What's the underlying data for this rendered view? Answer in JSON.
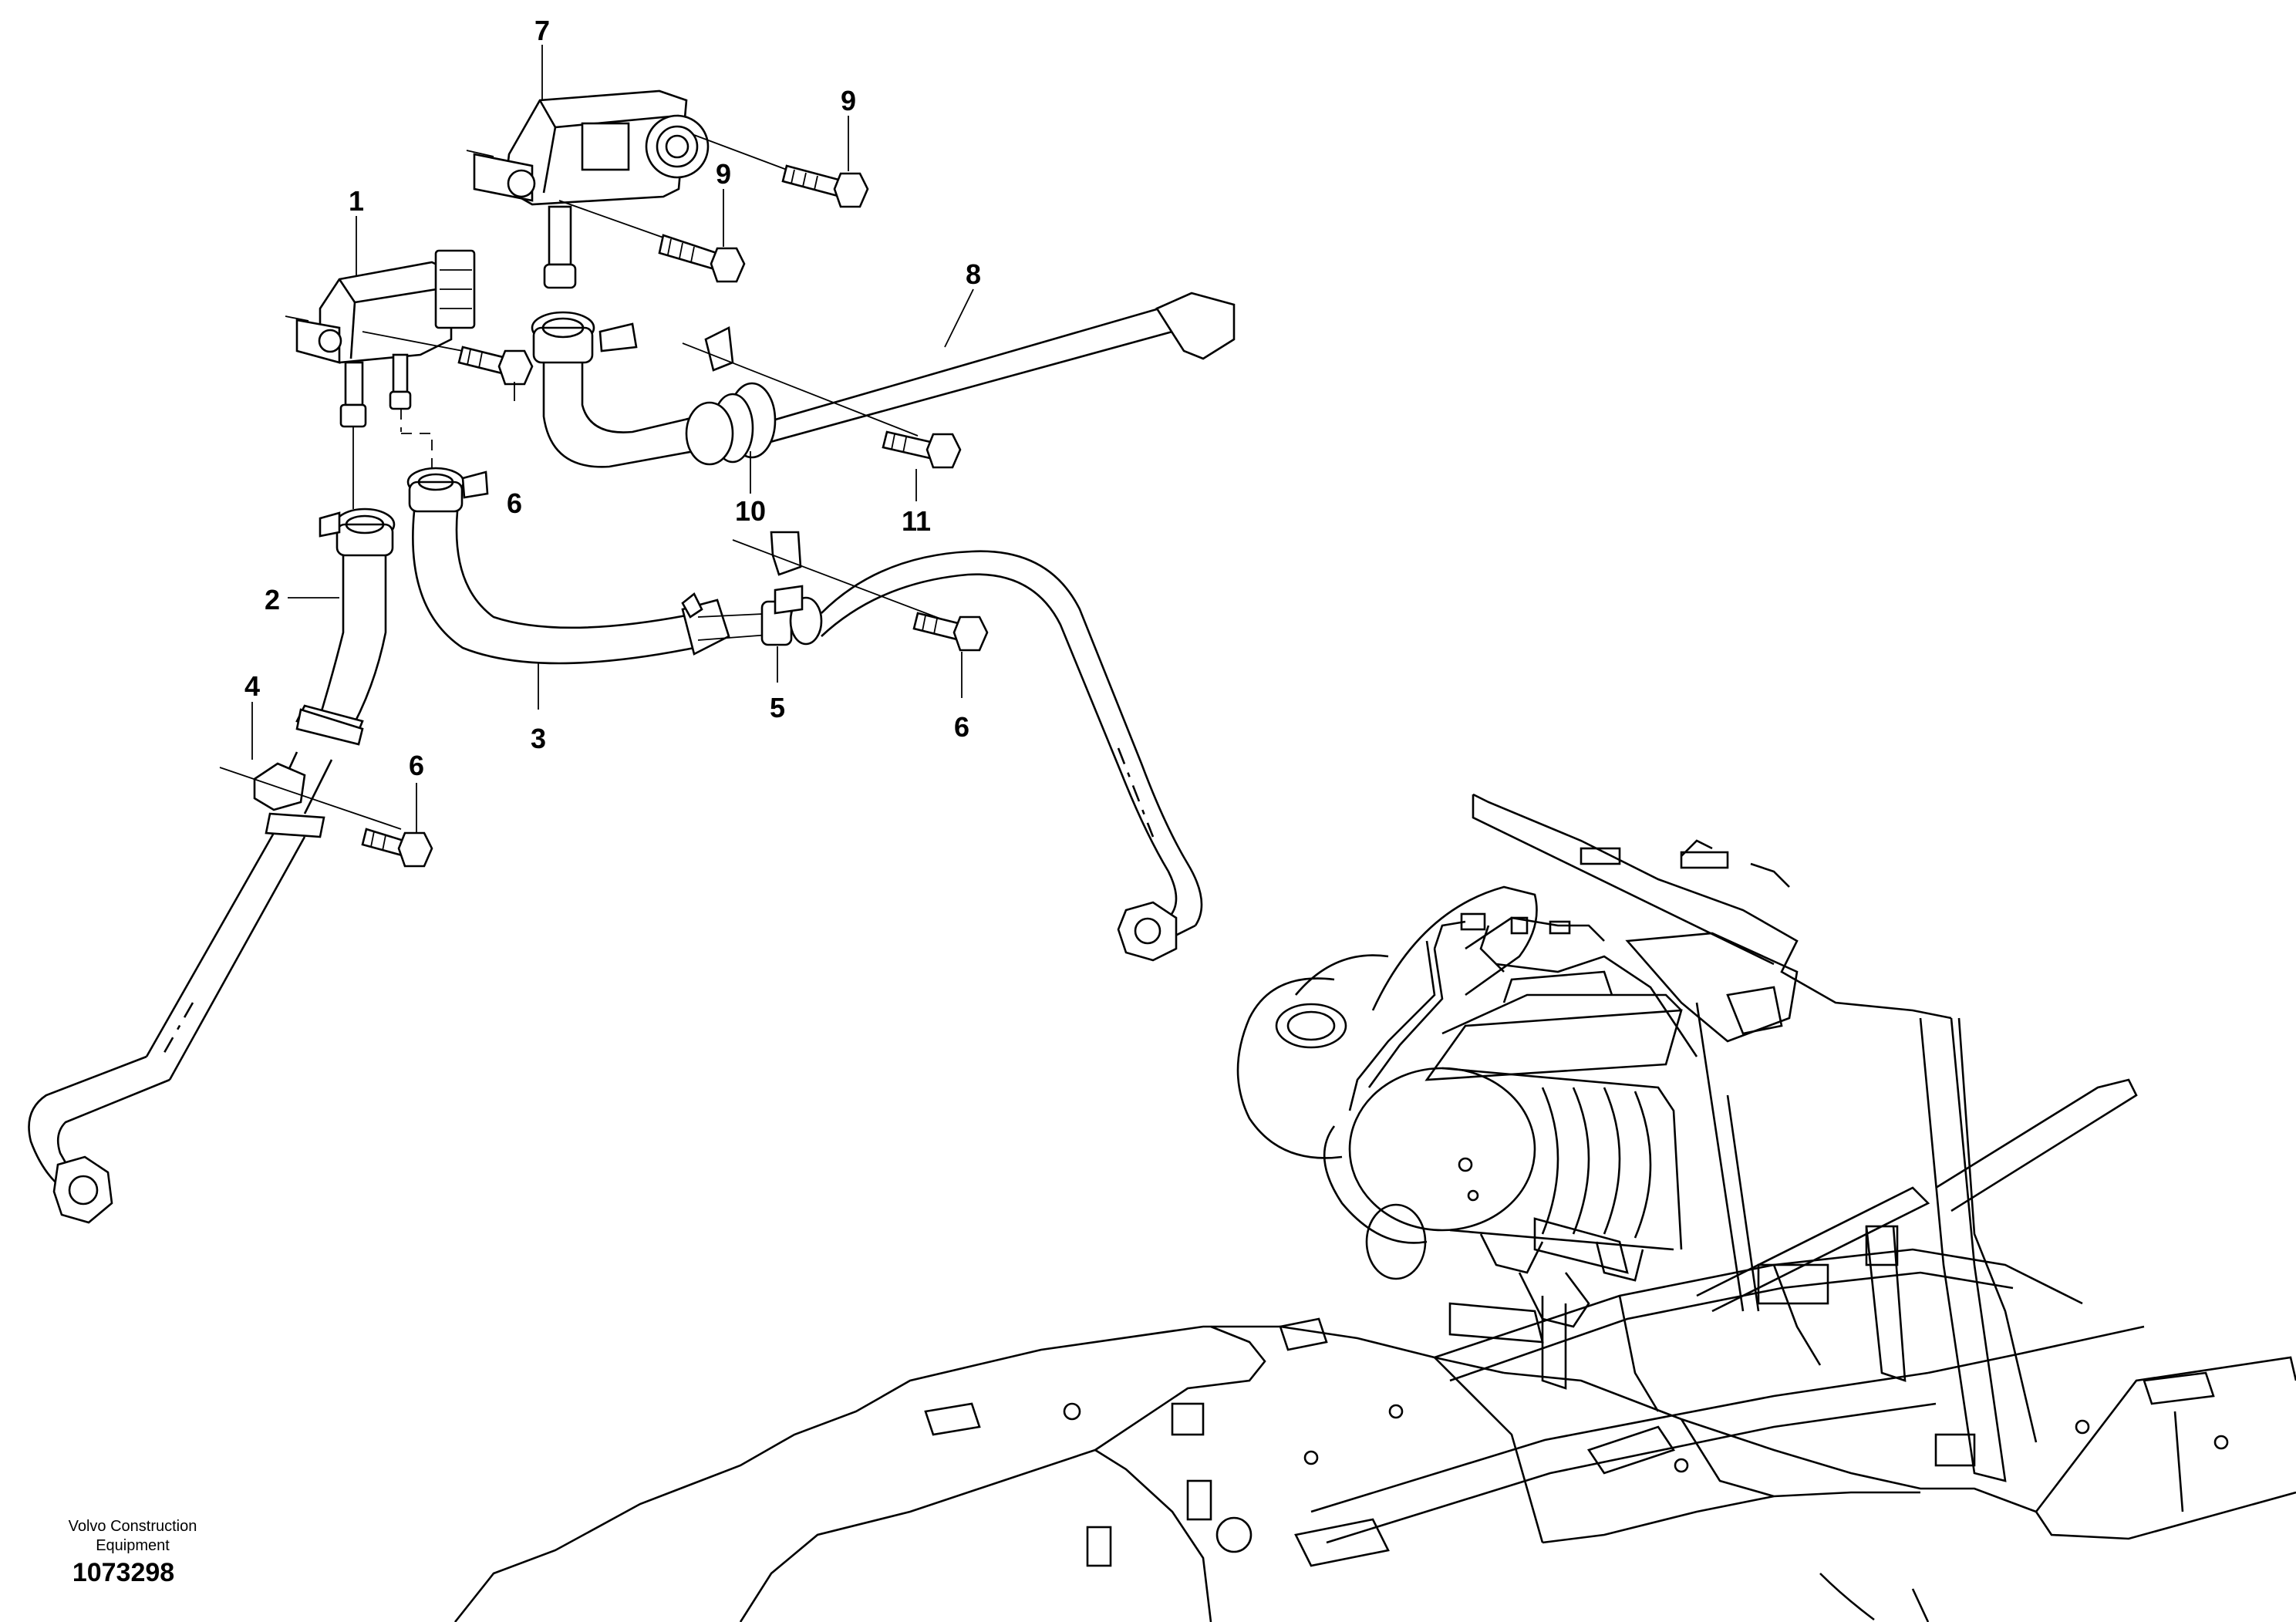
{
  "diagram": {
    "callouts": [
      {
        "id": "c1",
        "text": "1"
      },
      {
        "id": "c2",
        "text": "2"
      },
      {
        "id": "c3",
        "text": "3"
      },
      {
        "id": "c4",
        "text": "4"
      },
      {
        "id": "c5",
        "text": "5"
      },
      {
        "id": "c6a",
        "text": "6"
      },
      {
        "id": "c6b",
        "text": "6"
      },
      {
        "id": "c6c",
        "text": "6"
      },
      {
        "id": "c7",
        "text": "7"
      },
      {
        "id": "c8",
        "text": "8"
      },
      {
        "id": "c9a",
        "text": "9"
      },
      {
        "id": "c9b",
        "text": "9"
      },
      {
        "id": "c10",
        "text": "10"
      },
      {
        "id": "c11",
        "text": "11"
      }
    ]
  },
  "footer": {
    "brand_line1": "Volvo Construction",
    "brand_line2": "Equipment",
    "doc_number": "1073298"
  }
}
